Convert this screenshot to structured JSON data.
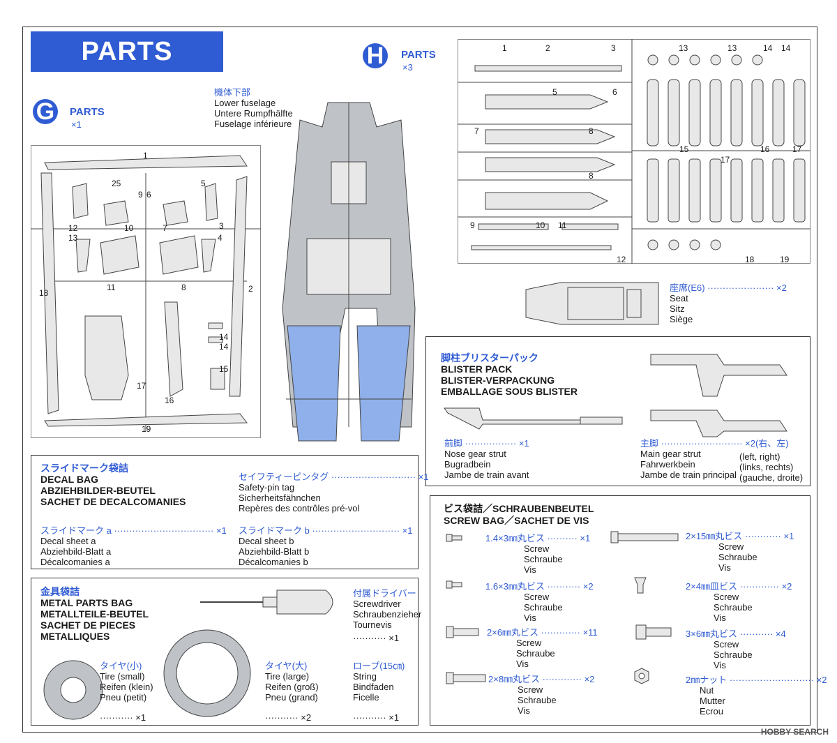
{
  "header": {
    "title": "PARTS"
  },
  "sprue_g": {
    "letter": "G",
    "label": "PARTS",
    "qty": "×1"
  },
  "sprue_h": {
    "letter": "H",
    "label": "PARTS",
    "qty": "×3"
  },
  "lower_fuselage": {
    "jp": "機体下部",
    "en": "Lower fuselage",
    "de": "Untere Rumpfhälfte",
    "fr": "Fuselage inférieure"
  },
  "seat": {
    "jp": "座席(E6)",
    "qty": "×2",
    "en": "Seat",
    "de": "Sitz",
    "fr": "Siège"
  },
  "blister": {
    "jp": "脚柱ブリスターパック",
    "en": "BLISTER PACK",
    "de": "BLISTER-VERPACKUNG",
    "fr": "EMBALLAGE SOUS BLISTER",
    "nose": {
      "jp": "前脚",
      "qty": "×1",
      "en": "Nose gear strut",
      "de": "Bugradbein",
      "fr": "Jambe de train avant"
    },
    "main": {
      "jp": "主脚",
      "qty": "×2(右、左)",
      "en": "Main gear strut",
      "de": "Fahrwerkbein",
      "fr": "Jambe de train principal",
      "en2": "(left, right)",
      "de2": "(links, rechts)",
      "fr2": "(gauche, droite)"
    }
  },
  "decal_bag": {
    "jp": "スライドマーク袋詰",
    "en": "DECAL BAG",
    "de": "ABZIEHBILDER-BEUTEL",
    "fr": "SACHET DE DECALCOMANIES",
    "safety": {
      "jp": "セイフティーピンタグ",
      "qty": "×1",
      "en": "Safety-pin tag",
      "de": "Sicherheitsfähnchen",
      "fr": "Repères des contrôles pré-vol"
    },
    "sheet_a": {
      "jp": "スライドマーク a",
      "qty": "×1",
      "en": "Decal sheet a",
      "de": "Abziehbild-Blatt a",
      "fr": "Décalcomanies a"
    },
    "sheet_b": {
      "jp": "スライドマーク b",
      "qty": "×1",
      "en": "Decal sheet b",
      "de": "Abziehbild-Blatt b",
      "fr": "Décalcomanies b"
    }
  },
  "metal_bag": {
    "jp": "金具袋詰",
    "en": "METAL PARTS BAG",
    "de": "METALLTEILE-BEUTEL",
    "fr": "SACHET DE PIECES",
    "fr2": "METALLIQUES",
    "driver": {
      "jp": "付属ドライバー",
      "en": "Screwdriver",
      "de": "Schraubenzieher",
      "fr": "Tournevis",
      "qty": "×1"
    },
    "tire_s": {
      "jp": "タイヤ(小)",
      "en": "Tire (small)",
      "de": "Reifen (klein)",
      "fr": "Pneu (petit)",
      "qty": "×1"
    },
    "tire_l": {
      "jp": "タイヤ(大)",
      "en": "Tire (large)",
      "de": "Reifen (groß)",
      "fr": "Pneu (grand)",
      "qty": "×2"
    },
    "rope": {
      "jp": "ロープ(15㎝)",
      "en": "String",
      "de": "Bindfaden",
      "fr": "Ficelle",
      "qty": "×1"
    }
  },
  "screw_bag": {
    "jp": "ビス袋詰／SCHRAUBENBEUTEL",
    "en": "SCREW BAG／SACHET DE VIS",
    "items": [
      {
        "jp": "1.4×3㎜丸ビス",
        "qty": "×1",
        "en": "Screw",
        "de": "Schraube",
        "fr": "Vis"
      },
      {
        "jp": "1.6×3㎜丸ビス",
        "qty": "×2",
        "en": "Screw",
        "de": "Schraube",
        "fr": "Vis"
      },
      {
        "jp": "2×6㎜丸ビス",
        "qty": "×11",
        "en": "Screw",
        "de": "Schraube",
        "fr": "Vis"
      },
      {
        "jp": "2×8㎜丸ビス",
        "qty": "×2",
        "en": "Screw",
        "de": "Schraube",
        "fr": "Vis"
      },
      {
        "jp": "2×15㎜丸ビス",
        "qty": "×1",
        "en": "Screw",
        "de": "Schraube",
        "fr": "Vis"
      },
      {
        "jp": "2×4㎜皿ビス",
        "qty": "×2",
        "en": "Screw",
        "de": "Schraube",
        "fr": "Vis"
      },
      {
        "jp": "3×6㎜丸ビス",
        "qty": "×4",
        "en": "Screw",
        "de": "Schraube",
        "fr": "Vis"
      },
      {
        "jp": "2㎜ナット",
        "qty": "×2",
        "en": "Nut",
        "de": "Mutter",
        "fr": "Ecrou"
      }
    ]
  },
  "watermark": "HOBBY SEARCH",
  "colors": {
    "accent": "#2f5bd3",
    "part_blue": "#8fb0ea"
  },
  "part_numbers_g": [
    "1",
    "25",
    "9",
    "6",
    "5",
    "12",
    "10",
    "7",
    "3",
    "13",
    "4",
    "11",
    "8",
    "2",
    "18",
    "14",
    "14",
    "15",
    "17",
    "16",
    "19"
  ],
  "part_numbers_h": [
    "1",
    "2",
    "3",
    "13",
    "13",
    "14",
    "14",
    "5",
    "6",
    "7",
    "8",
    "8",
    "15",
    "16",
    "17",
    "17",
    "9",
    "10",
    "11",
    "12",
    "18",
    "19"
  ]
}
